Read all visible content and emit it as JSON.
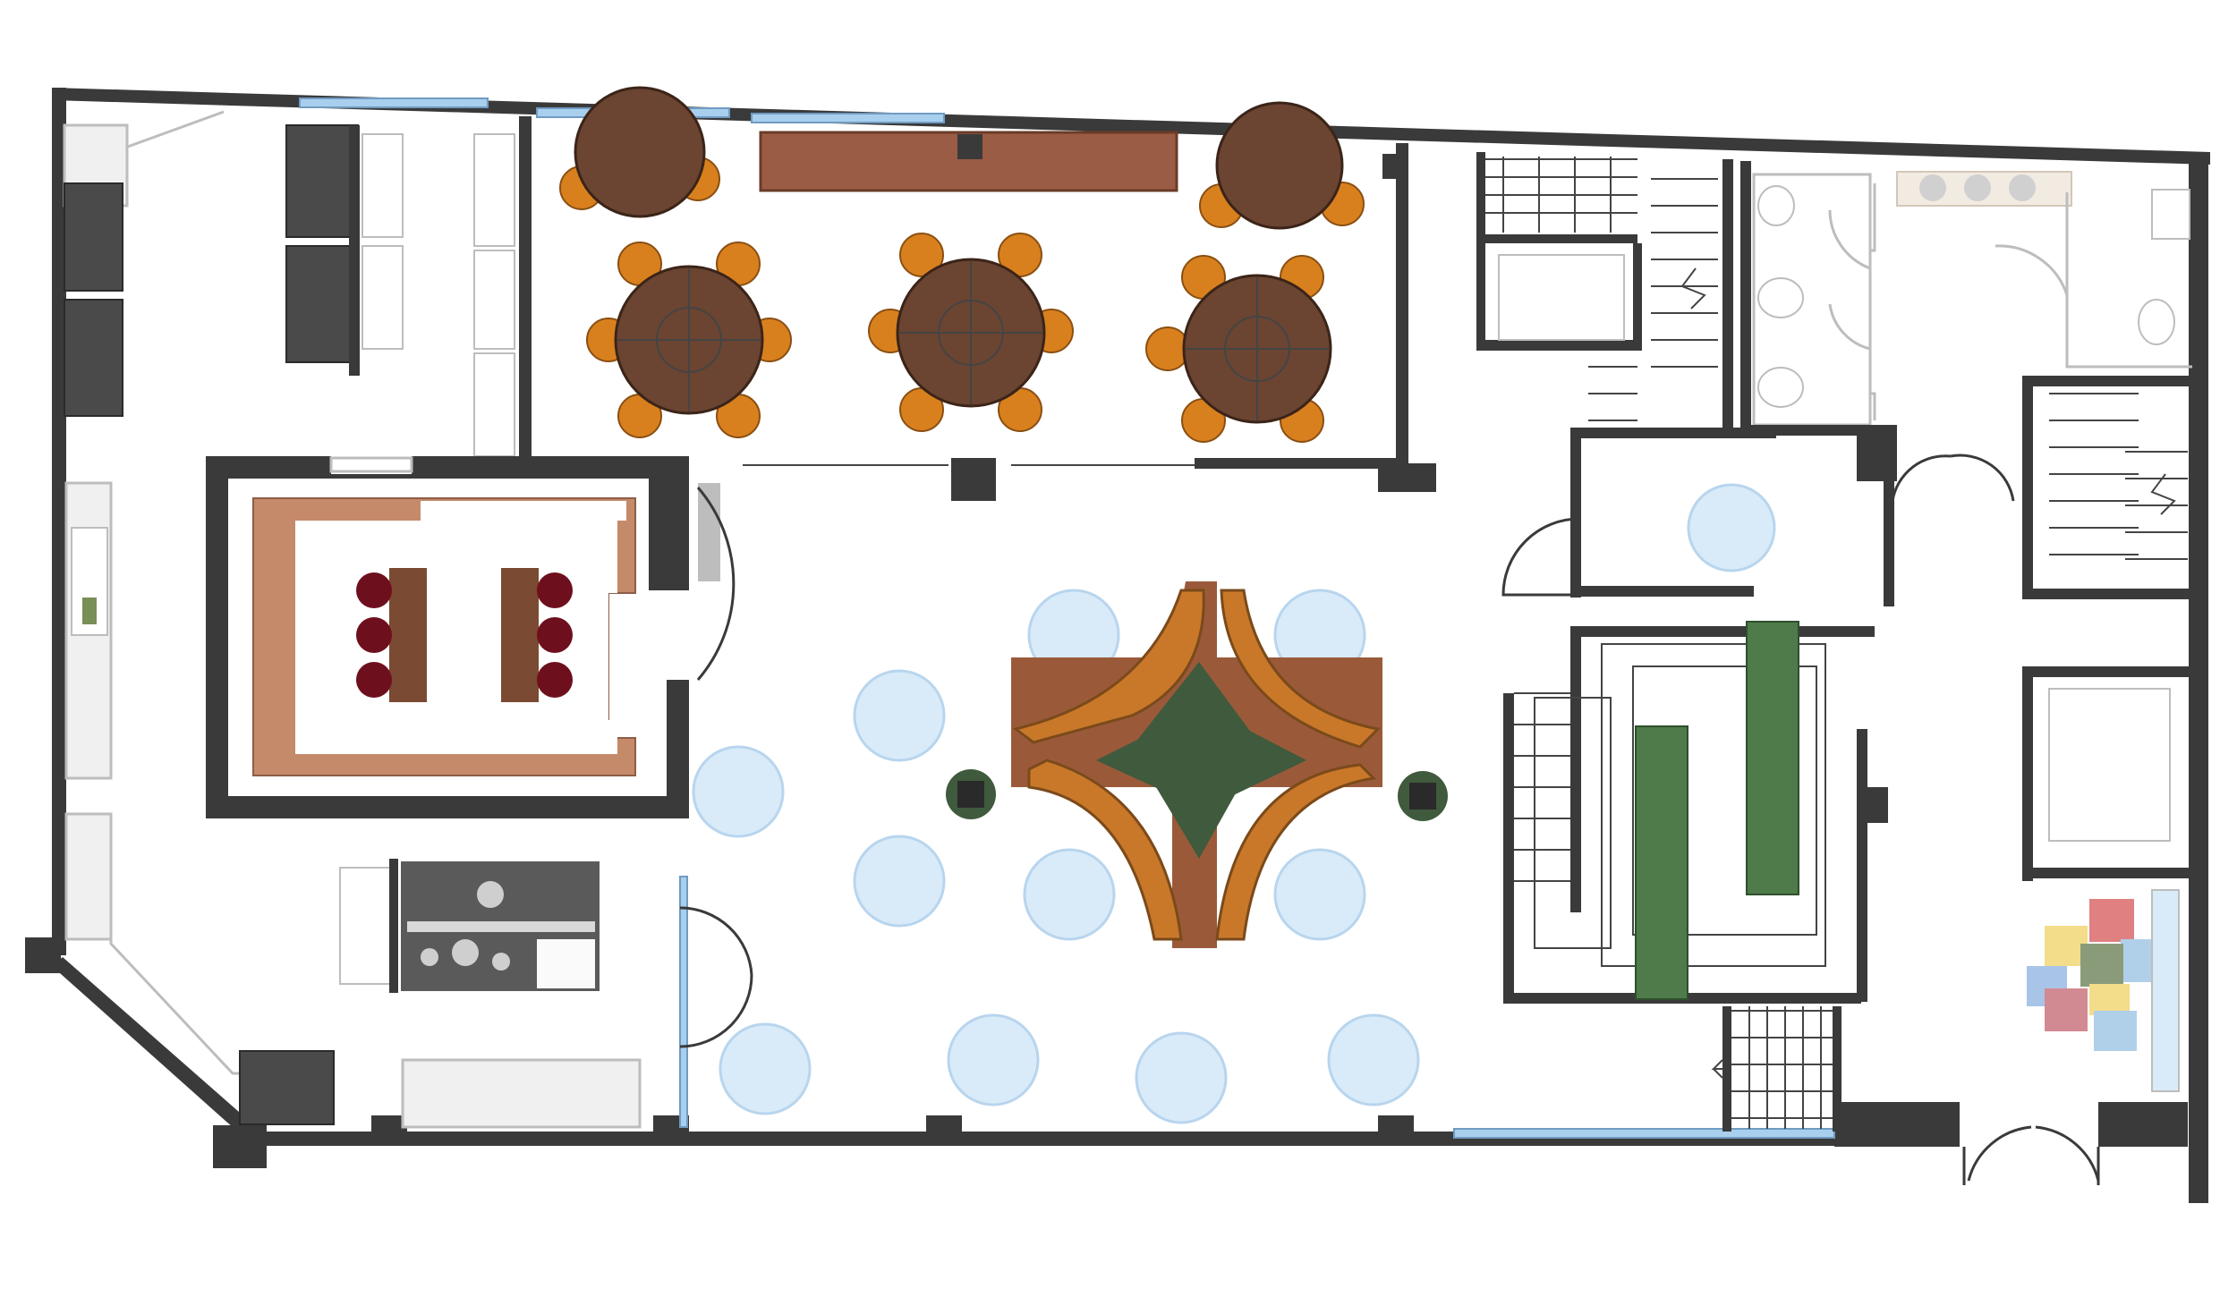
{
  "plan": {
    "palette": {
      "wall": "#3a3a3a",
      "window": "#a9cfee",
      "wood_table": "#6b4432",
      "chair": "#d9801e",
      "glass_table": "#d9ebf8",
      "banquette": "#c9782a",
      "planter_green": "#3f5a3c",
      "meeting_floor": "#c48a6a",
      "booth_seat": "#6e0f1e"
    },
    "rooms": [
      {
        "id": "kitchen-prep",
        "icon": "counter-icon"
      },
      {
        "id": "private-dining",
        "icon": "round-table-icon"
      },
      {
        "id": "meeting-room",
        "icon": "booth-table-icon"
      },
      {
        "id": "main-dining",
        "icon": "banquette-icon"
      },
      {
        "id": "cook-line",
        "icon": "stove-icon"
      },
      {
        "id": "stair-core-1",
        "icon": "stair-icon"
      },
      {
        "id": "elevator-1",
        "icon": "elevator-icon"
      },
      {
        "id": "restrooms",
        "icon": "toilet-icon"
      },
      {
        "id": "stair-core-2",
        "icon": "stair-icon"
      },
      {
        "id": "elevator-2",
        "icon": "elevator-icon"
      },
      {
        "id": "lounge-stairs",
        "icon": "planter-icon"
      },
      {
        "id": "entry-lobby",
        "icon": "color-tile-icon"
      }
    ]
  }
}
